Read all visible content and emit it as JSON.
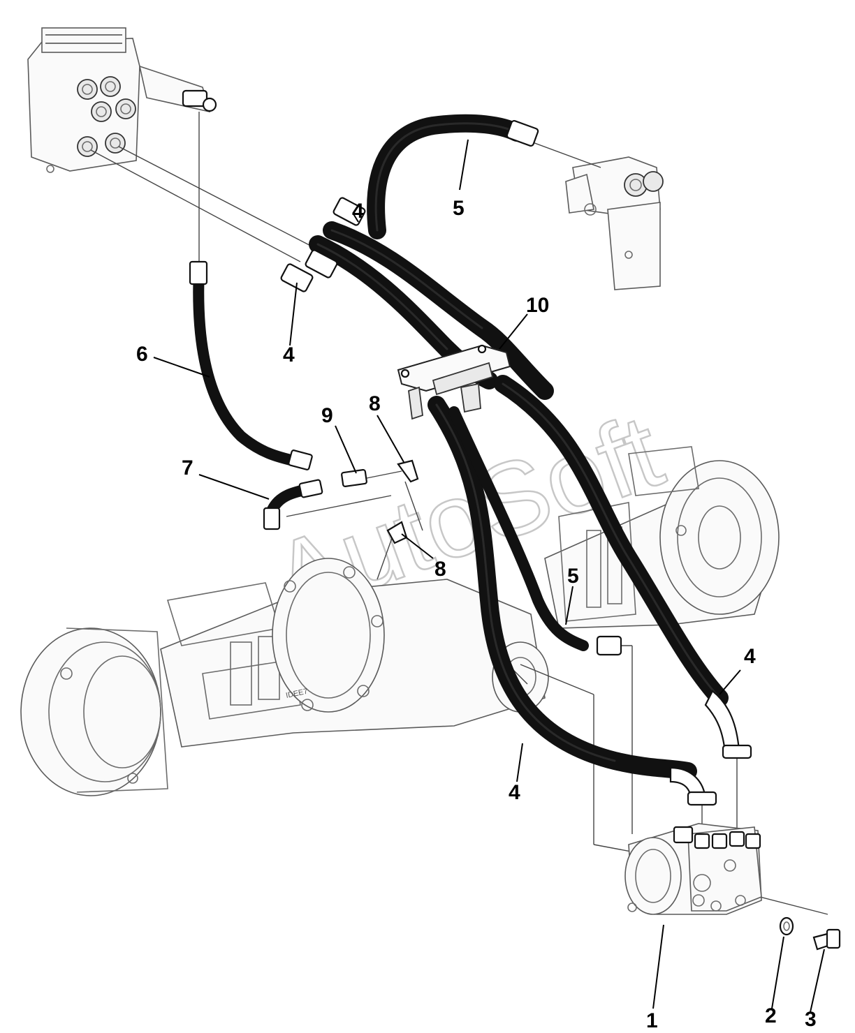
{
  "watermark": "AutoSoft",
  "callouts": [
    {
      "id": "c1",
      "label": "1"
    },
    {
      "id": "c2",
      "label": "2"
    },
    {
      "id": "c3",
      "label": "3"
    },
    {
      "id": "c4a",
      "label": "4"
    },
    {
      "id": "c4b",
      "label": "4"
    },
    {
      "id": "c4c",
      "label": "4"
    },
    {
      "id": "c4d",
      "label": "4"
    },
    {
      "id": "c5a",
      "label": "5"
    },
    {
      "id": "c5b",
      "label": "5"
    },
    {
      "id": "c6",
      "label": "6"
    },
    {
      "id": "c7",
      "label": "7"
    },
    {
      "id": "c8a",
      "label": "8"
    },
    {
      "id": "c8b",
      "label": "8"
    },
    {
      "id": "c9",
      "label": "9"
    },
    {
      "id": "c10",
      "label": "10"
    }
  ],
  "axle_stamp": "IDEE7"
}
